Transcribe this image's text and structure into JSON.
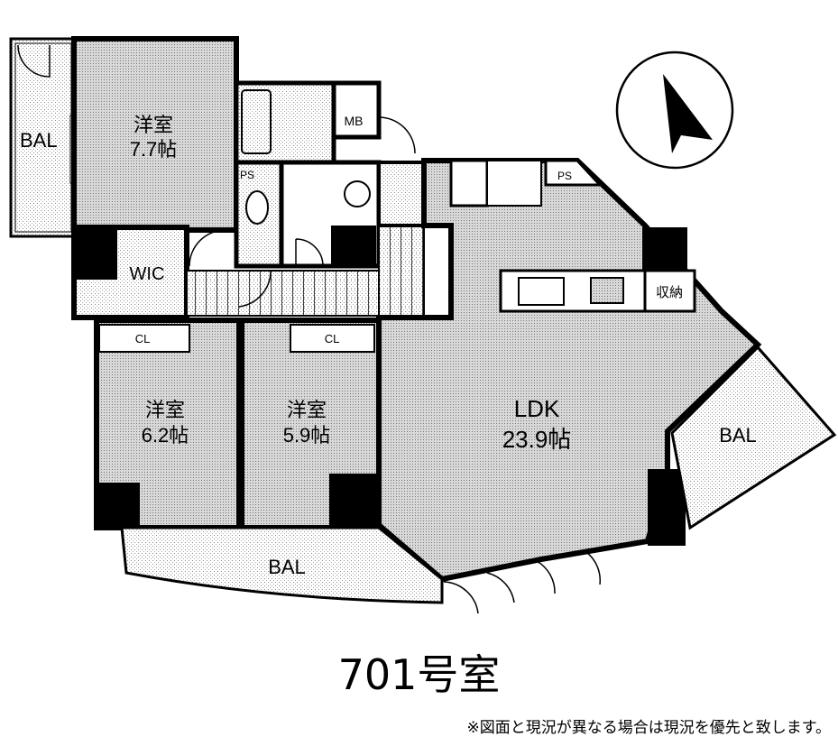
{
  "plan": {
    "rooms": {
      "bal_left": "BAL",
      "western1_name": "洋室",
      "western1_size": "7.7帖",
      "wic": "WIC",
      "mb": "MB",
      "ps1": "PS",
      "ps2": "PS",
      "storage": "収納",
      "cl1": "CL",
      "cl2": "CL",
      "western2_name": "洋室",
      "western2_size": "6.2帖",
      "western3_name": "洋室",
      "western3_size": "5.9帖",
      "ldk_name": "LDK",
      "ldk_size": "23.9帖",
      "bal_right": "BAL",
      "bal_bottom": "BAL"
    },
    "compass_icon": "north-arrow"
  },
  "title": "701号室",
  "note": "※図面と現況が異なる場合は現況を優先と致します。"
}
